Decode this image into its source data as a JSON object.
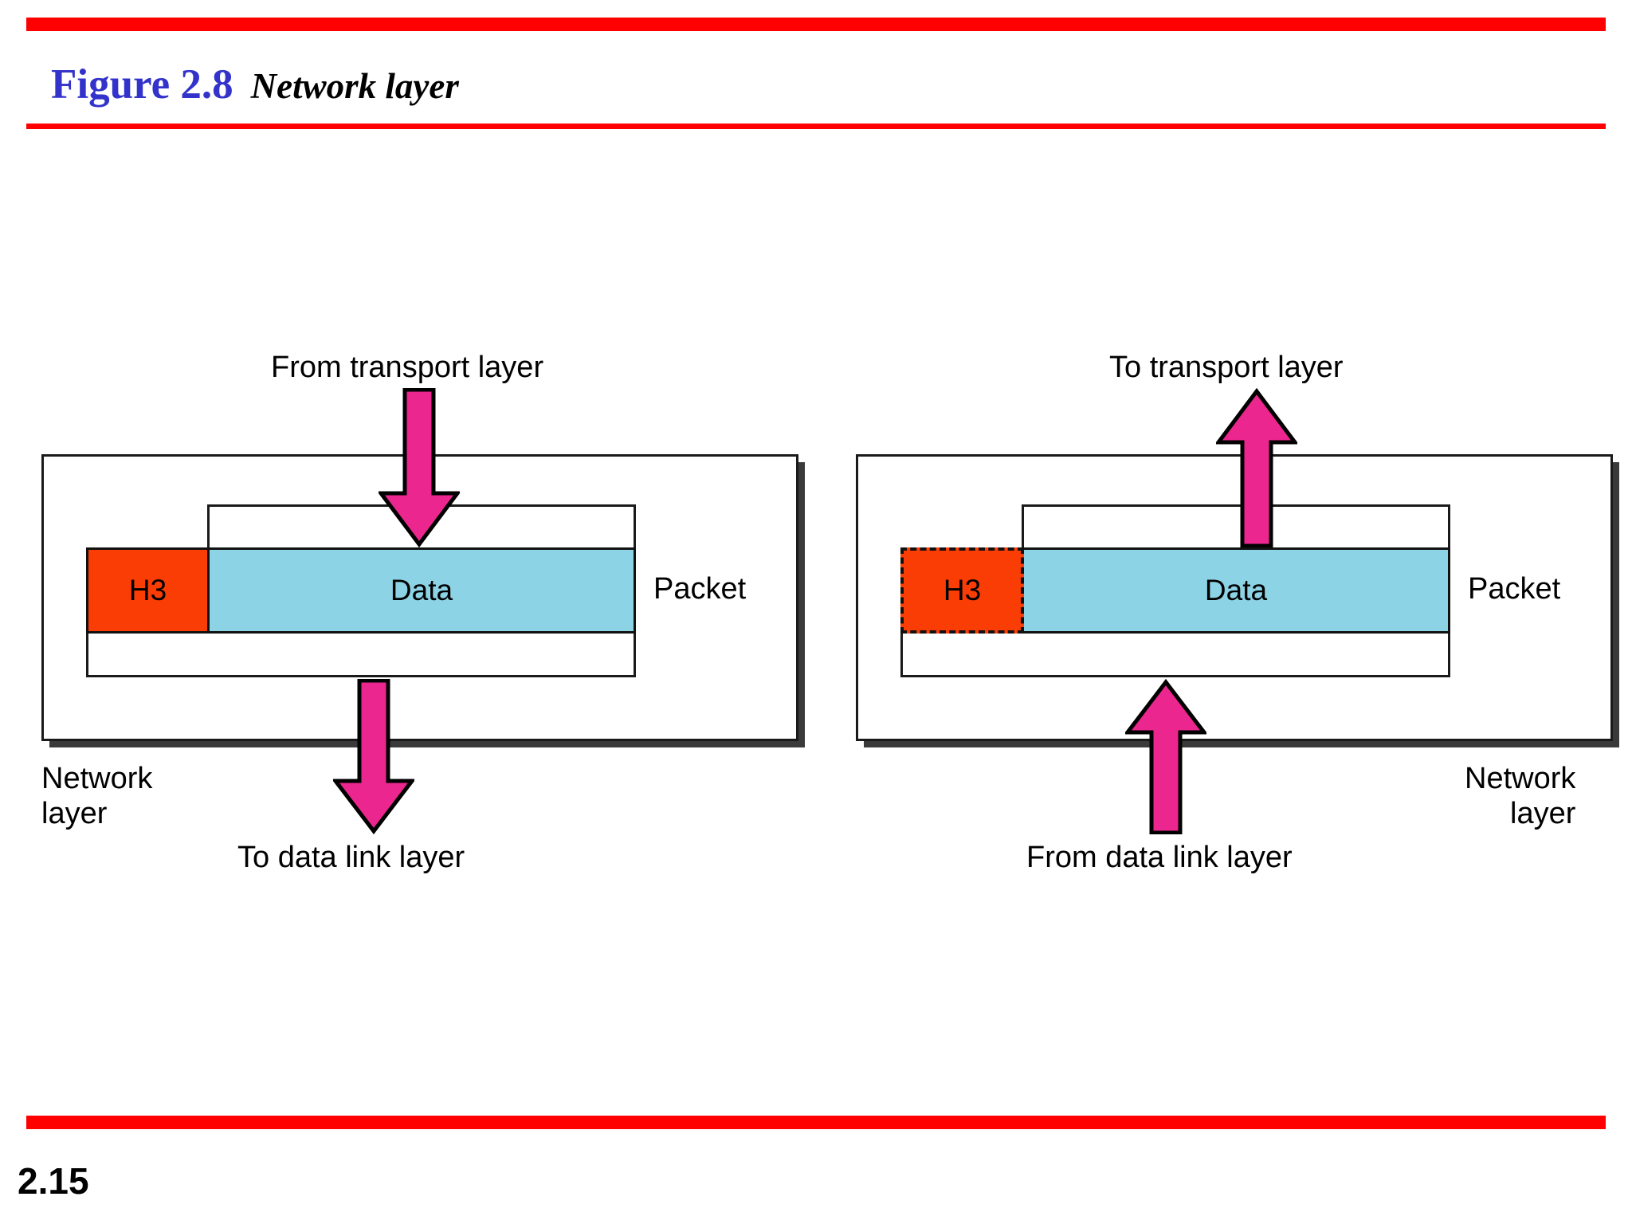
{
  "slide": {
    "figure_label": "Figure 2.8",
    "figure_caption": "Network layer",
    "page_number": "2.15",
    "rule_color": "#FF0000",
    "title_color": "#3333CC"
  },
  "colors": {
    "header_red": "#FF0000",
    "header_blue": "#3333CC",
    "header_block": "#FA3C05",
    "data_block": "#8CD3E5",
    "arrow_pink": "#EC268F",
    "outline_black": "#111111"
  },
  "diagram": {
    "type": "encapsulation",
    "panels": [
      {
        "id": "sender",
        "side": "left",
        "layer_label": "Network\nlayer",
        "packet_label": "Packet",
        "segments": [
          {
            "name": "H3",
            "style": "solid",
            "color": "#FA3C05"
          },
          {
            "name": "Data",
            "style": "solid",
            "color": "#8CD3E5"
          }
        ],
        "top_flow": {
          "label": "From transport layer",
          "direction": "down"
        },
        "bottom_flow": {
          "label": "To data link layer",
          "direction": "down"
        }
      },
      {
        "id": "receiver",
        "side": "right",
        "layer_label": "Network\nlayer",
        "packet_label": "Packet",
        "segments": [
          {
            "name": "H3",
            "style": "dashed",
            "color": "#FA3C05"
          },
          {
            "name": "Data",
            "style": "solid",
            "color": "#8CD3E5"
          }
        ],
        "top_flow": {
          "label": "To transport layer",
          "direction": "up"
        },
        "bottom_flow": {
          "label": "From data link layer",
          "direction": "up"
        }
      }
    ]
  }
}
